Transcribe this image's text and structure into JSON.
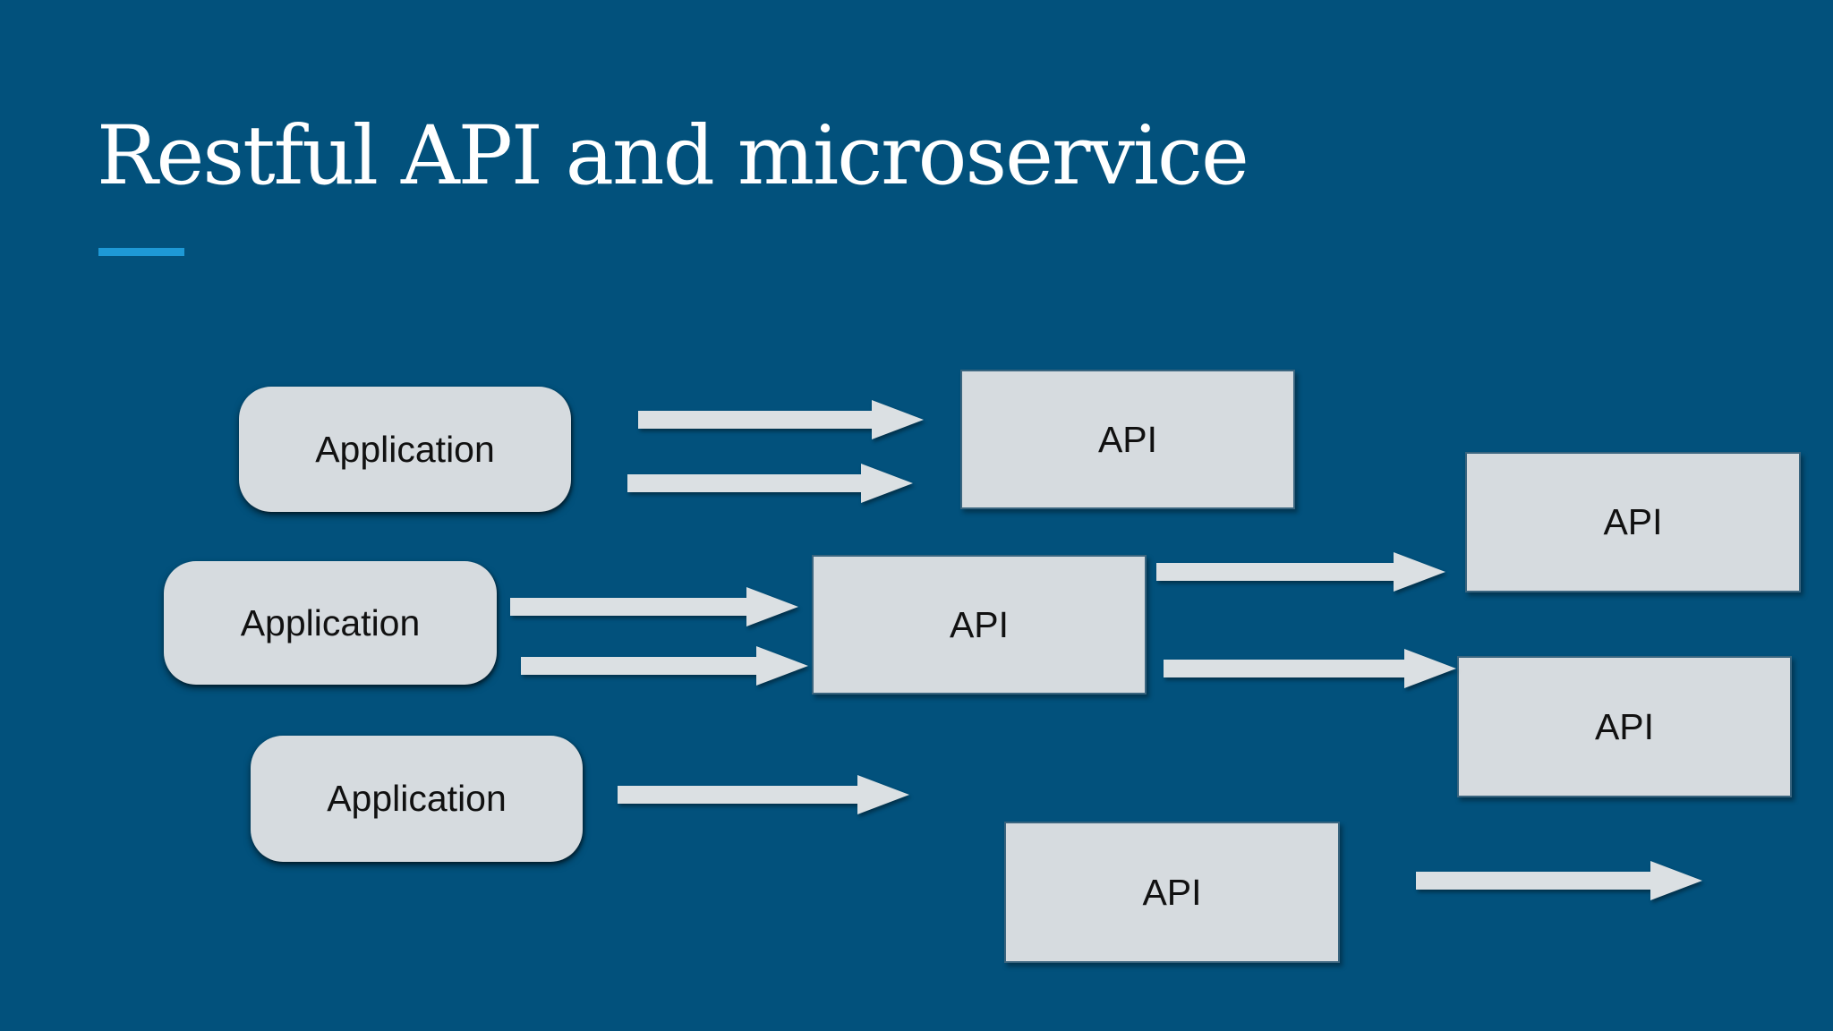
{
  "slide": {
    "title": "Restful API and microservice"
  },
  "colors": {
    "background": "#02517c",
    "accent": "#1e99d6",
    "title_text": "#ffffff",
    "node_fill": "#d6dbdf",
    "arrow_fill": "#dbe0e3",
    "node_label_text": "#111111"
  },
  "diagram": {
    "application_nodes": [
      {
        "id": "application-1",
        "label": "Application"
      },
      {
        "id": "application-2",
        "label": "Application"
      },
      {
        "id": "application-3",
        "label": "Application"
      }
    ],
    "api_nodes": [
      {
        "id": "api-1",
        "label": "API"
      },
      {
        "id": "api-2",
        "label": "API"
      },
      {
        "id": "api-3",
        "label": "API"
      },
      {
        "id": "api-4",
        "label": "API"
      },
      {
        "id": "api-5",
        "label": "API"
      }
    ],
    "edges": [
      {
        "from": "application-1",
        "to": "api-1"
      },
      {
        "from": "application-1",
        "to": "api-1"
      },
      {
        "from": "application-2",
        "to": "api-2"
      },
      {
        "from": "application-2",
        "to": "api-2"
      },
      {
        "from": "api-2",
        "to": "api-3"
      },
      {
        "from": "api-2",
        "to": "api-4"
      },
      {
        "from": "application-3",
        "to": "api-5"
      },
      {
        "from": "api-5",
        "to": "offscreen-right"
      }
    ]
  }
}
